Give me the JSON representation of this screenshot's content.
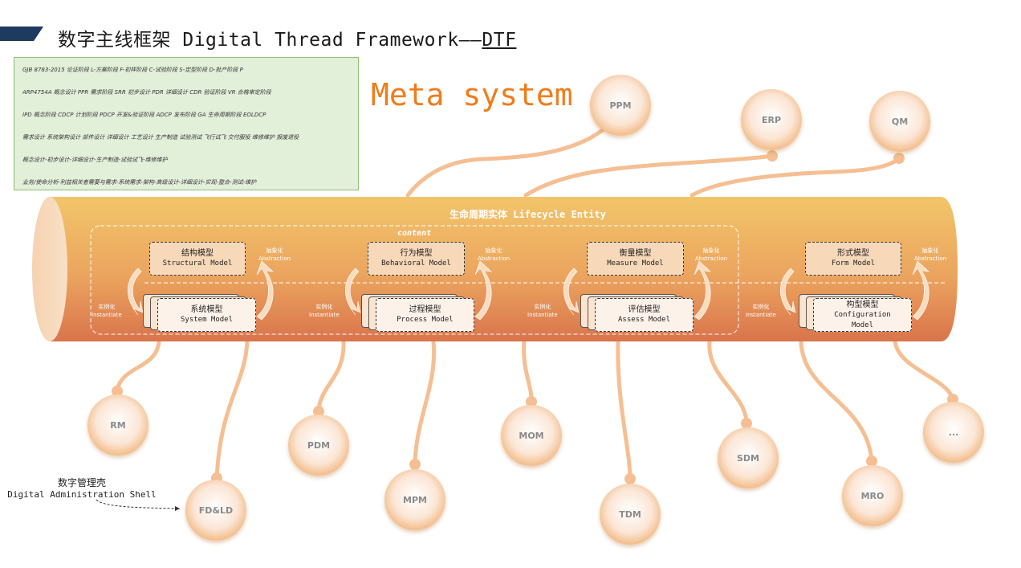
{
  "header": {
    "title": "数字主线框架 Digital Thread Framework——",
    "title_suffix": "DTF",
    "accent_color": "#1f3a5f"
  },
  "notes": {
    "lines": [
      "GJB 8783-2015 论证阶段 L-方案阶段 F-初样阶段 C-试验阶段 S-定型阶段 D-批产阶段 P",
      "ARP4754A 概念设计 PPR 需求阶段 SRR 初步设计 PDR 详细设计 CDR 验证阶段 VR 合格审定阶段",
      "IPD 概念阶段 CDCP 计划阶段 PDCP 开发&验证阶段 ADCP 发布阶段 GA 生命周期阶段 EOLDCP",
      "需求设计 系统架构设计 部件设计 详细设计 工艺设计 生产制造 试验测试 飞行试飞 交付服役 维修维护 报废退役",
      "概念设计-初步设计-详细设计-生产制造-试验试飞-维修维护",
      "业务/使命分析-利益相关者需要与需求-系统需求-架构-高级设计-详细设计-实现-整合-测试-维护"
    ]
  },
  "meta_title": "Meta system",
  "lifecycle": {
    "title": "生命周期实体 Lifecycle Entity",
    "content_label": "content",
    "groups": [
      {
        "upper": {
          "zh": "结构模型",
          "en": "Structural Model"
        },
        "lower": {
          "zh": "系统模型",
          "en": "System Model"
        },
        "abstraction": {
          "zh": "抽象化",
          "en": "Abstraction"
        },
        "instantiate": {
          "zh": "实例化",
          "en": "Instantiate"
        }
      },
      {
        "upper": {
          "zh": "行为模型",
          "en": "Behavioral Model"
        },
        "lower": {
          "zh": "过程模型",
          "en": "Process Model"
        },
        "abstraction": {
          "zh": "抽象化",
          "en": "Abstraction"
        },
        "instantiate": {
          "zh": "实例化",
          "en": "Instantiate"
        }
      },
      {
        "upper": {
          "zh": "衡量模型",
          "en": "Measure Model"
        },
        "lower": {
          "zh": "评估模型",
          "en": "Assess Model"
        },
        "abstraction": {
          "zh": "抽象化",
          "en": "Abstraction"
        },
        "instantiate": {
          "zh": "实例化",
          "en": "Instantiate"
        }
      },
      {
        "upper": {
          "zh": "形式模型",
          "en": "Form Model"
        },
        "lower": {
          "zh": "构型模型",
          "en": "Configuration Model"
        },
        "abstraction": {
          "zh": "抽象化",
          "en": "Abstraction"
        },
        "instantiate": {
          "zh": "实例化",
          "en": "Instantiate"
        }
      }
    ]
  },
  "systems_top": [
    "PPM",
    "ERP",
    "QM"
  ],
  "systems_bottom": [
    "RM",
    "FD&LD",
    "PDM",
    "MPM",
    "MOM",
    "TDM",
    "SDM",
    "MRO",
    "..."
  ],
  "shell": {
    "zh": "数字管理壳",
    "en": "Digital Administration Shell"
  },
  "colors": {
    "tube_top": "#f2c56a",
    "tube_bottom": "#d9744c",
    "connector": "#f5bf93",
    "meta_title": "#f07c1c",
    "notes_bg": "#e2efd9"
  }
}
